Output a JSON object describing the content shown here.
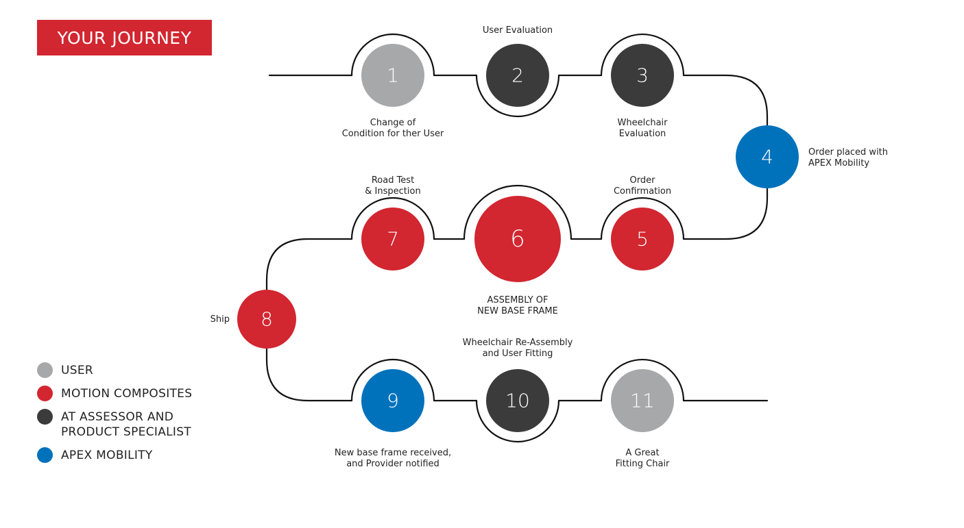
{
  "title": "YOUR JOURNEY",
  "colors": {
    "user": "#a7a8aa",
    "motion": "#d22630",
    "assessor": "#3b3b3c",
    "apex": "#0072bc",
    "path": "#111111",
    "title_bg": "#d22630"
  },
  "nodes": [
    {
      "number": "1",
      "color_key": "user",
      "label": [
        "Change of",
        "Condition for ther User"
      ]
    },
    {
      "number": "2",
      "color_key": "assessor",
      "label": [
        "User Evaluation"
      ]
    },
    {
      "number": "3",
      "color_key": "assessor",
      "label": [
        "Wheelchair",
        "Evaluation"
      ]
    },
    {
      "number": "4",
      "color_key": "apex",
      "label": [
        "Order placed with",
        "APEX Mobility"
      ]
    },
    {
      "number": "5",
      "color_key": "motion",
      "label": [
        "Order",
        "Confirmation"
      ]
    },
    {
      "number": "6",
      "color_key": "motion",
      "label": [
        "ASSEMBLY OF",
        "NEW BASE FRAME"
      ]
    },
    {
      "number": "7",
      "color_key": "motion",
      "label": [
        "Road Test",
        "& Inspection"
      ]
    },
    {
      "number": "8",
      "color_key": "motion",
      "label": [
        "Ship"
      ]
    },
    {
      "number": "9",
      "color_key": "apex",
      "label": [
        "New base frame received,",
        "and Provider notified"
      ]
    },
    {
      "number": "10",
      "color_key": "assessor",
      "label": [
        "Wheelchair Re-Assembly",
        "and User Fitting"
      ]
    },
    {
      "number": "11",
      "color_key": "user",
      "label": [
        "A Great",
        "Fitting Chair"
      ]
    }
  ],
  "legend": [
    {
      "color_key": "user",
      "lines": [
        "USER"
      ]
    },
    {
      "color_key": "motion",
      "lines": [
        "MOTION COMPOSITES"
      ]
    },
    {
      "color_key": "assessor",
      "lines": [
        "AT ASSESSOR AND",
        "PRODUCT SPECIALIST"
      ]
    },
    {
      "color_key": "apex",
      "lines": [
        "APEX MOBILITY"
      ]
    }
  ]
}
